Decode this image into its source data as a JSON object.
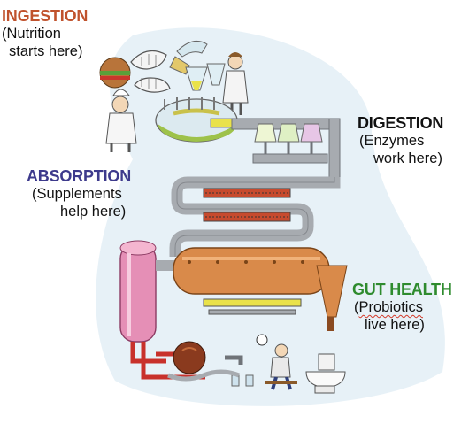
{
  "labels": {
    "ingestion": {
      "title": "INGESTION",
      "line1": "(Nutrition",
      "line2": "starts here)",
      "color": "#c0522d"
    },
    "digestion": {
      "title": "DIGESTION",
      "line1": "(Enzymes",
      "line2": "work here)",
      "color": "#111111"
    },
    "absorption": {
      "title": "ABSORPTION",
      "line1": "(Supplements",
      "line2": "help here)",
      "color": "#3d3a8c"
    },
    "gut_health": {
      "title": "GUT HEALTH",
      "line1_prefix": "(",
      "line1_word": "Probiotics",
      "line2": "live here)",
      "color": "#2e8b2e"
    }
  },
  "palette": {
    "pipe": "#a7abb0",
    "pipe_dark": "#6f7378",
    "sky_tint": "#d9e9f2",
    "pink_tank": "#e58fb6",
    "copper_tank": "#d98a4a",
    "red_pipe": "#c8312b",
    "yellow_liquid": "#e9e24a",
    "green_liquid": "#8fbf3f"
  }
}
